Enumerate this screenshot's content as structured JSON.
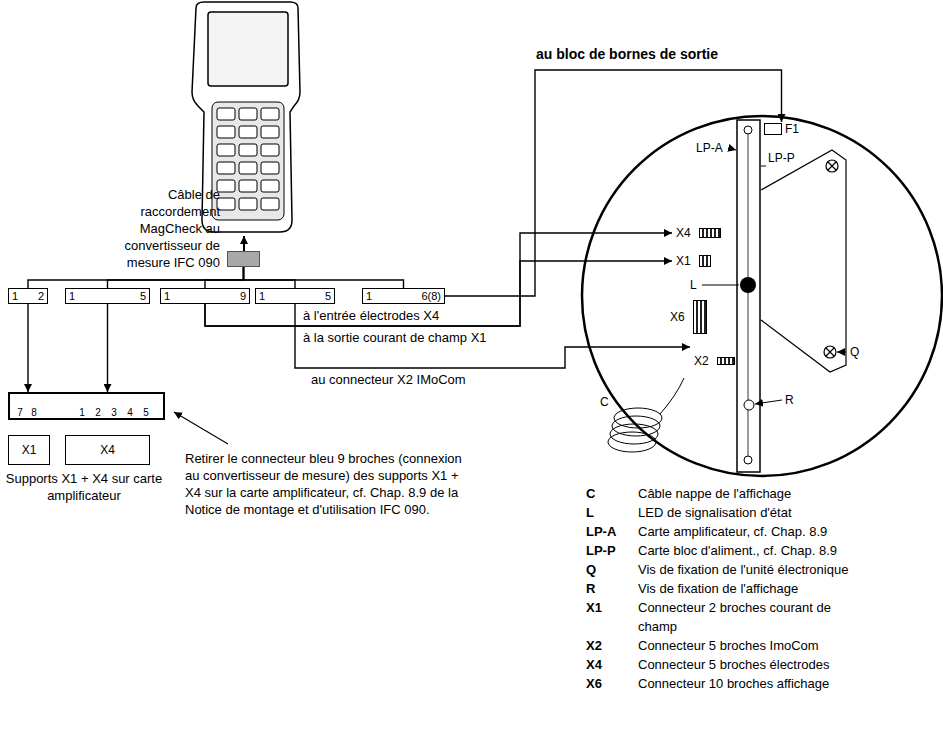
{
  "diagram": {
    "nodes": [
      {
        "text": [
          "Câble de raccordement MagCheck au convertisseur de mesure IFC 090"
        ]
      },
      {
        "text": [
          "1",
          "2"
        ]
      },
      {
        "text": [
          "1",
          "5"
        ]
      },
      {
        "text": [
          "1",
          "9"
        ]
      },
      {
        "text": [
          "1",
          "5"
        ]
      },
      {
        "text": [
          "1",
          "6(8)"
        ]
      },
      {
        "text": [
          "7",
          "8",
          "1",
          "2",
          "3",
          "4",
          "5"
        ]
      },
      {
        "text": [
          "X1"
        ]
      },
      {
        "text": [
          "X4"
        ]
      },
      {
        "text": [
          "F1"
        ]
      },
      {
        "text": [
          "X4"
        ]
      },
      {
        "text": [
          "X1"
        ]
      },
      {
        "text": [
          "X6"
        ]
      },
      {
        "text": [
          "X2"
        ]
      }
    ],
    "edges": [
      {
        "from": 0,
        "to": 1,
        "arrow": "none"
      },
      {
        "from": 0,
        "to": 2,
        "arrow": "none"
      },
      {
        "from": 0,
        "to": 3,
        "arrow": "none"
      },
      {
        "from": 0,
        "to": 4,
        "arrow": "none"
      },
      {
        "from": 0,
        "to": 5,
        "arrow": "none"
      },
      {
        "from": 1,
        "to": 6,
        "arrow": "to"
      },
      {
        "from": 2,
        "to": 6,
        "arrow": "to"
      },
      {
        "from": 3,
        "to": 10,
        "label": "à l'entrée électrodes X4",
        "arrow": "to"
      },
      {
        "from": 3,
        "to": 11,
        "label": "à la sortie courant de champ X1",
        "arrow": "to"
      },
      {
        "from": 4,
        "to": 13,
        "label": "au connecteur X2 IMoCom",
        "arrow": "to"
      },
      {
        "from": 5,
        "to": 9,
        "label": "au bloc de bornes de sortie",
        "arrow": "to"
      }
    ],
    "labels": [
      "Supports X1 + X4 sur carte amplificateur",
      "Retirer le connecteur bleu 9 broches (connexion au convertisseur de mesure) des supports X1 + X4 sur la carte amplificateur, cf. Chap. 8.9 de la Notice de montage et d'utilisation IFC 090.",
      "LP-A",
      "LP-P",
      "L",
      "C",
      "Q",
      "R",
      "C",
      "Câble nappe de l'affichage",
      "L",
      "LED de signalisation d'état",
      "LP-A",
      "Carte amplificateur, cf. Chap. 8.9",
      "LP-P",
      "Carte bloc d'aliment., cf. Chap. 8.9",
      "Q",
      "Vis de fixation de l'unité électronique",
      "R",
      "Vis de fixation de l'affichage",
      "X1",
      "Connecteur 2 broches courant de champ",
      "X2",
      "Connecteur 5 broches ImoCom",
      "X4",
      "Connecteur 5 broches électrodes",
      "X6",
      "Connecteur 10 broches affichage"
    ]
  }
}
